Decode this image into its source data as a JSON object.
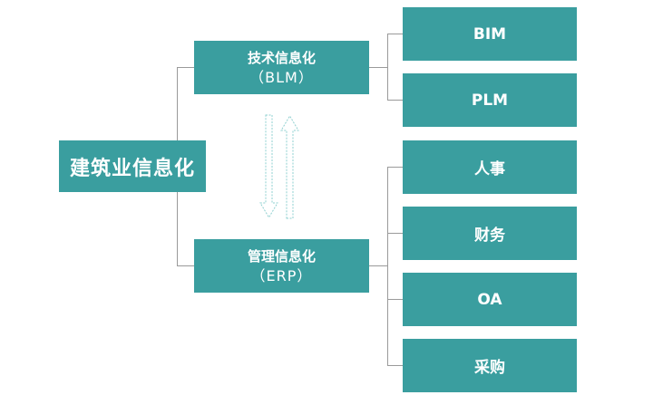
{
  "root": {
    "label": "建筑业信息化"
  },
  "tech": {
    "title": "技术信息化",
    "abbr": "（BLM）"
  },
  "mgmt": {
    "title": "管理信息化",
    "abbr": "（ERP）"
  },
  "tech_children": [
    {
      "label": "BIM"
    },
    {
      "label": "PLM"
    }
  ],
  "mgmt_children": [
    {
      "label": "人事"
    },
    {
      "label": "财务"
    },
    {
      "label": "OA"
    },
    {
      "label": "采购"
    }
  ],
  "colors": {
    "box_fill": "#3a9e9f",
    "text": "#ffffff",
    "connector": "#9a9a9a",
    "arrow_stroke": "#8fd0d0"
  },
  "icons": {
    "exchange": "bidirectional-hollow-arrows"
  }
}
